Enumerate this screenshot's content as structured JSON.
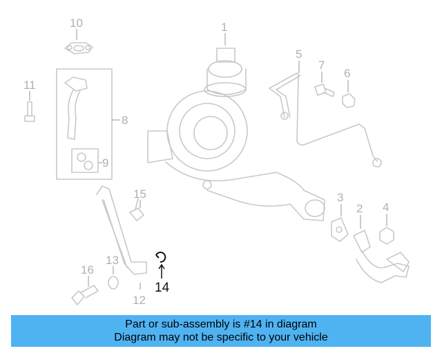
{
  "callouts": {
    "c1": "1",
    "c2": "2",
    "c3": "3",
    "c4": "4",
    "c5": "5",
    "c6": "6",
    "c7": "7",
    "c8": "8",
    "c9": "9",
    "c10": "10",
    "c11": "11",
    "c12": "12",
    "c13": "13",
    "c14": "14",
    "c15": "15",
    "c16": "16"
  },
  "highlighted_part": "14",
  "colors": {
    "banner_bg": "#4fb3f2",
    "part_stroke": "#c8c8c8",
    "highlight_stroke": "#111111"
  },
  "banner": {
    "line1": "Part or sub-assembly is #14 in diagram",
    "line2": "Diagram may not be specific to your vehicle"
  }
}
